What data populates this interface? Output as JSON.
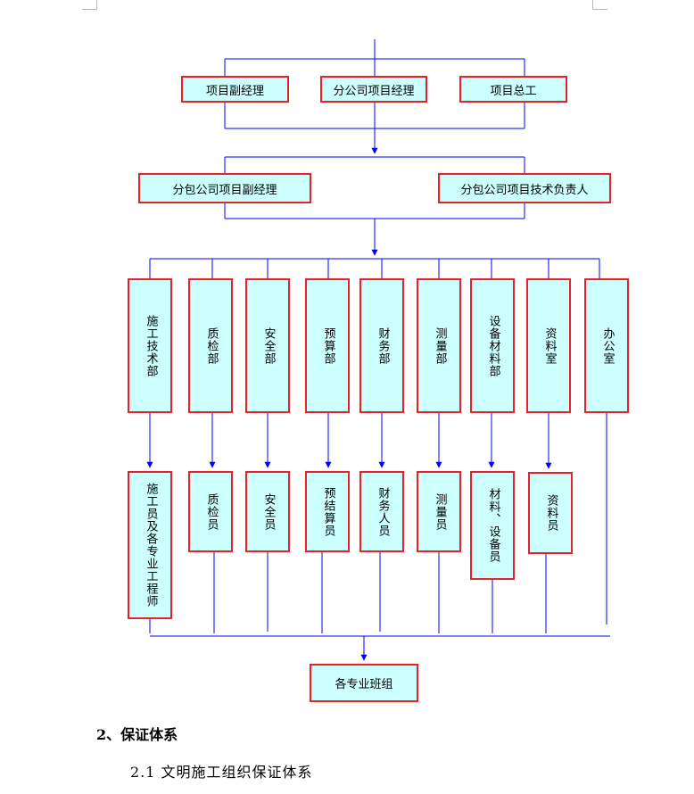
{
  "level1": [
    "项目副经理",
    "分公司项目经理",
    "项目总工"
  ],
  "level2": [
    "分包公司项目副经理",
    "分包公司项目技术负责人"
  ],
  "departments": [
    "施工技术部",
    "质检部",
    "安全部",
    "预算部",
    "财务部",
    "测量部",
    "设备材料部",
    "资料室",
    "办公室"
  ],
  "staff": [
    "施工员及各专业工程师",
    "质检员",
    "安全员",
    "预结算员",
    "财务人员",
    "测量员",
    "材料、设备员",
    "资料员"
  ],
  "final": "各专业班组",
  "heading": "2、保证体系",
  "subheading": "2.1 文明施工组织保证体系",
  "colors": {
    "line": "#0000ff",
    "border": "#e8202a",
    "fill": "#ccffff"
  }
}
